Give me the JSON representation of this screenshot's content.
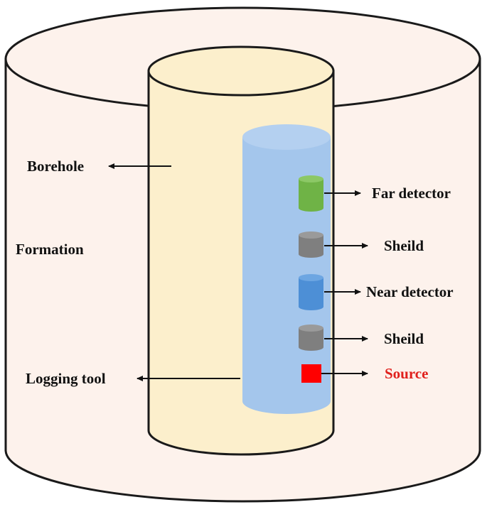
{
  "labels": {
    "borehole": "Borehole",
    "formation": "Formation",
    "logging_tool": "Logging tool",
    "far_detector": "Far detector",
    "shield_upper": "Sheild",
    "near_detector": "Near detector",
    "shield_lower": "Sheild",
    "source": "Source"
  },
  "colors": {
    "formation_fill": "#fdf2ec",
    "borehole_fill": "#fcefcc",
    "tool_fill": "#a4c6ec",
    "far_detector": "#6fb346",
    "shield": "#7f7f7f",
    "near_detector": "#4d8fd6",
    "source": "#ff0000",
    "source_label": "#e0201c",
    "outline": "#1a1a1a"
  }
}
